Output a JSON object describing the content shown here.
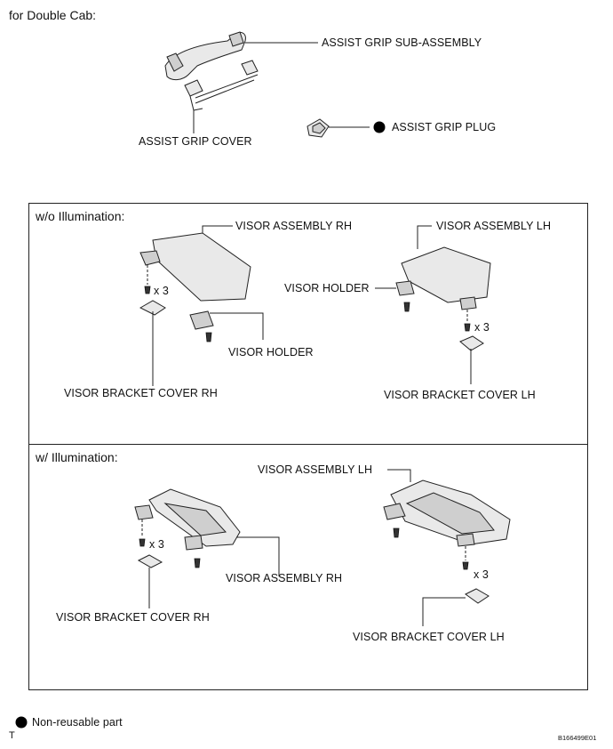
{
  "header": {
    "title": "for Double Cab:"
  },
  "top": {
    "assist_grip_sub_assembly": "ASSIST GRIP SUB-ASSEMBLY",
    "assist_grip_cover": "ASSIST GRIP COVER",
    "assist_grip_plug": "ASSIST GRIP PLUG"
  },
  "without_illumination": {
    "title": "w/o Illumination:",
    "visor_assembly_rh": "VISOR ASSEMBLY RH",
    "visor_assembly_lh": "VISOR ASSEMBLY LH",
    "visor_holder_left": "VISOR HOLDER",
    "visor_holder_right": "VISOR HOLDER",
    "qty_rh": "x 3",
    "qty_lh": "x 3",
    "visor_bracket_cover_rh": "VISOR BRACKET COVER RH",
    "visor_bracket_cover_lh": "VISOR BRACKET COVER LH"
  },
  "with_illumination": {
    "title": "w/ Illumination:",
    "visor_assembly_lh": "VISOR ASSEMBLY LH",
    "visor_assembly_rh": "VISOR ASSEMBLY RH",
    "qty_rh": "x 3",
    "qty_lh": "x 3",
    "visor_bracket_cover_rh": "VISOR BRACKET COVER RH",
    "visor_bracket_cover_lh": "VISOR BRACKET COVER LH"
  },
  "legend": {
    "non_reusable": "Non-reusable part"
  },
  "footer": {
    "mark": "T",
    "code": "B166499E01"
  }
}
